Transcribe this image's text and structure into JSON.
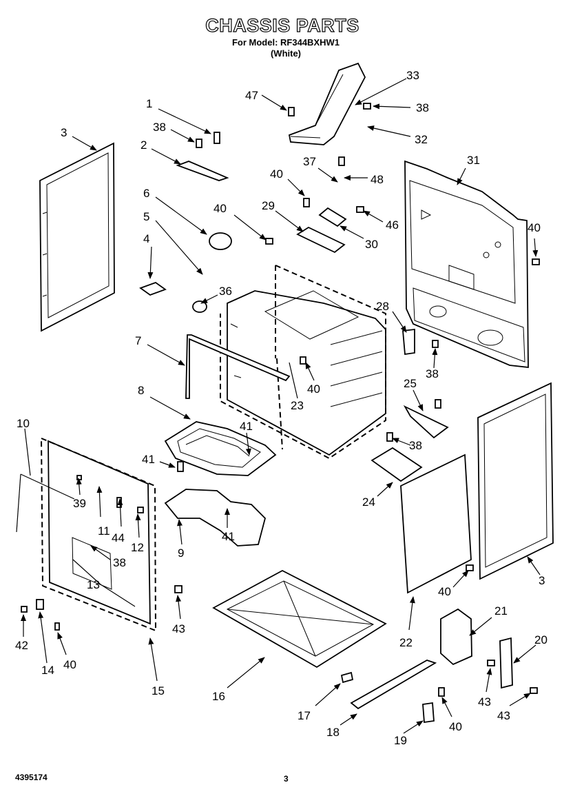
{
  "header": {
    "title": "CHASSIS PARTS",
    "model": "For Model: RF344BXHW1",
    "color": "(White)"
  },
  "footer": {
    "doc_number": "4395174",
    "page": "3"
  },
  "callouts": [
    {
      "name": "callout-1",
      "text": "1"
    },
    {
      "name": "callout-38-a",
      "text": "38"
    },
    {
      "name": "callout-2",
      "text": "2"
    },
    {
      "name": "callout-3-left",
      "text": "3"
    },
    {
      "name": "callout-6",
      "text": "6"
    },
    {
      "name": "callout-5",
      "text": "5"
    },
    {
      "name": "callout-4",
      "text": "4"
    },
    {
      "name": "callout-40-a",
      "text": "40"
    },
    {
      "name": "callout-36",
      "text": "36"
    },
    {
      "name": "callout-7",
      "text": "7"
    },
    {
      "name": "callout-8",
      "text": "8"
    },
    {
      "name": "callout-10",
      "text": "10"
    },
    {
      "name": "callout-41-a",
      "text": "41"
    },
    {
      "name": "callout-41-b",
      "text": "41"
    },
    {
      "name": "callout-39",
      "text": "39"
    },
    {
      "name": "callout-11",
      "text": "11"
    },
    {
      "name": "callout-44",
      "text": "44"
    },
    {
      "name": "callout-12",
      "text": "12"
    },
    {
      "name": "callout-9",
      "text": "9"
    },
    {
      "name": "callout-41-c",
      "text": "41"
    },
    {
      "name": "callout-38-b",
      "text": "38"
    },
    {
      "name": "callout-13",
      "text": "13"
    },
    {
      "name": "callout-43-a",
      "text": "43"
    },
    {
      "name": "callout-42",
      "text": "42"
    },
    {
      "name": "callout-14",
      "text": "14"
    },
    {
      "name": "callout-40-b",
      "text": "40"
    },
    {
      "name": "callout-15",
      "text": "15"
    },
    {
      "name": "callout-16",
      "text": "16"
    },
    {
      "name": "callout-17",
      "text": "17"
    },
    {
      "name": "callout-18",
      "text": "18"
    },
    {
      "name": "callout-19",
      "text": "19"
    },
    {
      "name": "callout-40-c",
      "text": "40"
    },
    {
      "name": "callout-47",
      "text": "47"
    },
    {
      "name": "callout-33",
      "text": "33"
    },
    {
      "name": "callout-38-c",
      "text": "38"
    },
    {
      "name": "callout-32",
      "text": "32"
    },
    {
      "name": "callout-37",
      "text": "37"
    },
    {
      "name": "callout-48",
      "text": "48"
    },
    {
      "name": "callout-40-d",
      "text": "40"
    },
    {
      "name": "callout-29",
      "text": "29"
    },
    {
      "name": "callout-46",
      "text": "46"
    },
    {
      "name": "callout-30",
      "text": "30"
    },
    {
      "name": "callout-31",
      "text": "31"
    },
    {
      "name": "callout-40-e",
      "text": "40"
    },
    {
      "name": "callout-28",
      "text": "28"
    },
    {
      "name": "callout-38-d",
      "text": "38"
    },
    {
      "name": "callout-40-f",
      "text": "40"
    },
    {
      "name": "callout-23",
      "text": "23"
    },
    {
      "name": "callout-25",
      "text": "25"
    },
    {
      "name": "callout-38-e",
      "text": "38"
    },
    {
      "name": "callout-24",
      "text": "24"
    },
    {
      "name": "callout-3-right",
      "text": "3"
    },
    {
      "name": "callout-40-g",
      "text": "40"
    },
    {
      "name": "callout-22",
      "text": "22"
    },
    {
      "name": "callout-21",
      "text": "21"
    },
    {
      "name": "callout-20",
      "text": "20"
    },
    {
      "name": "callout-43-b",
      "text": "43"
    },
    {
      "name": "callout-43-c",
      "text": "43"
    }
  ]
}
